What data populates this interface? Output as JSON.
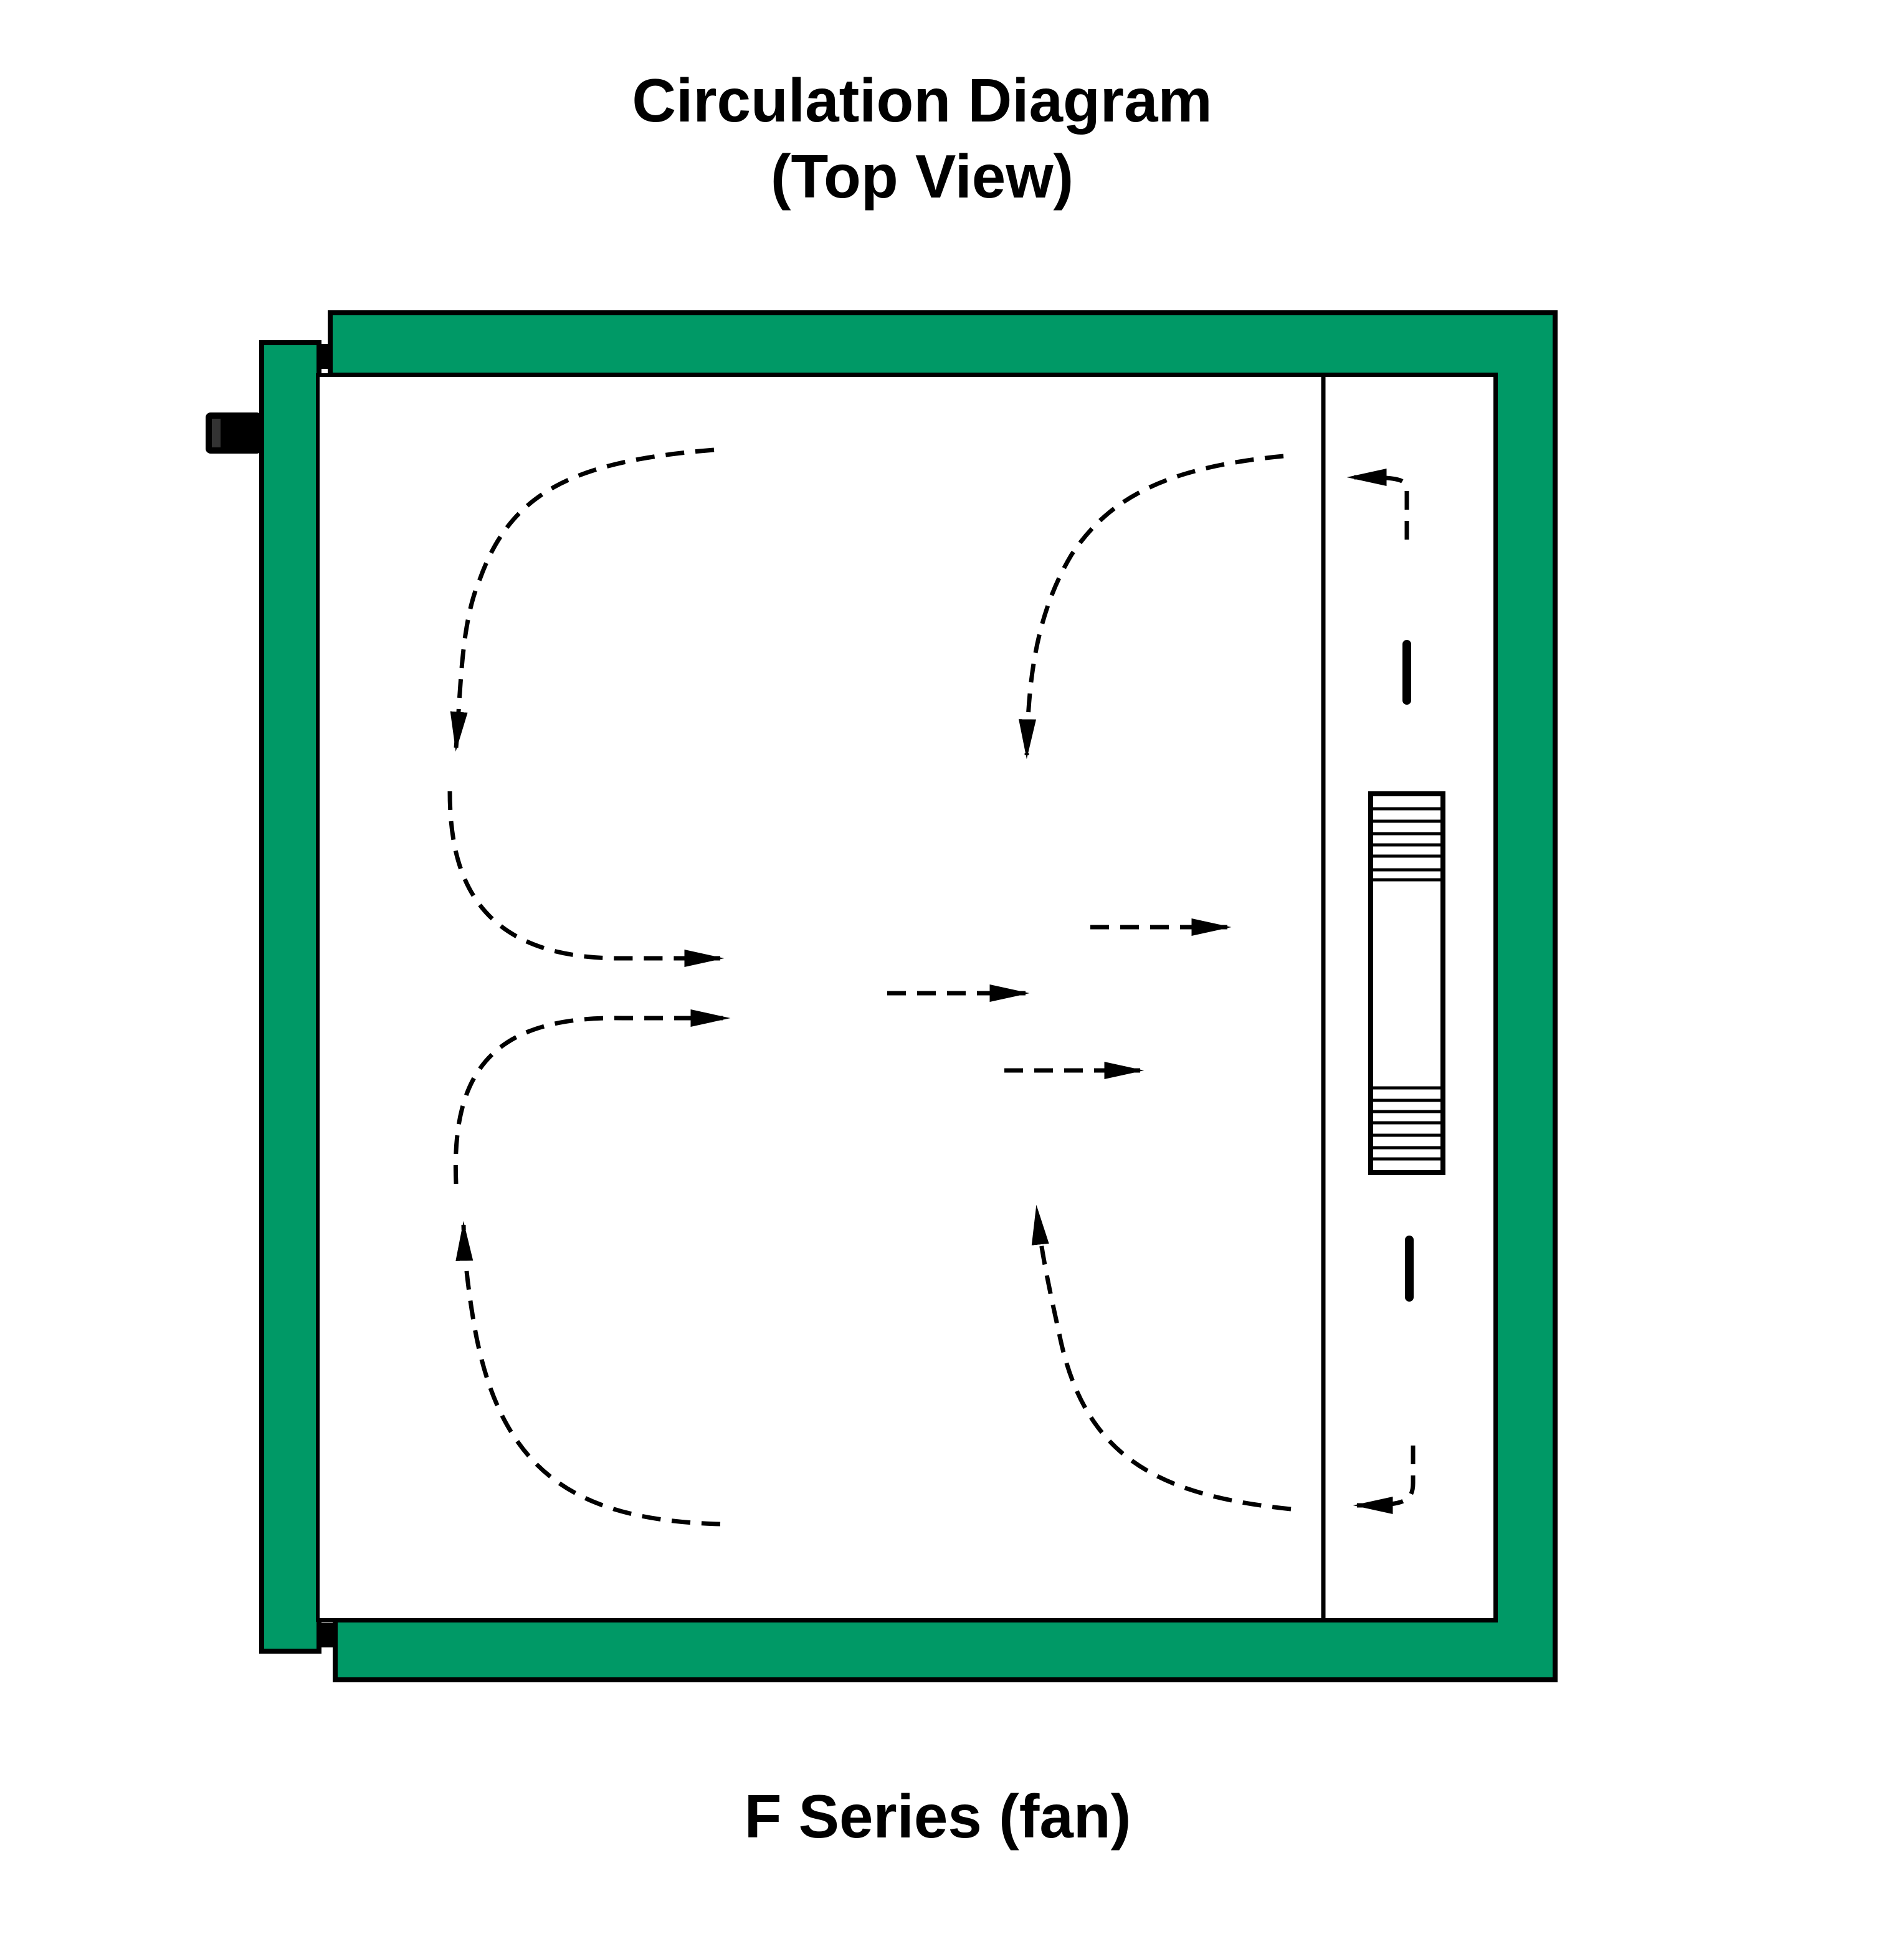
{
  "title": {
    "line1": "Circulation Diagram",
    "line2": "(Top View)"
  },
  "caption": "F Series (fan)",
  "colors": {
    "cabinet_wall": "#009966",
    "outline": "#000000",
    "background": "#ffffff"
  },
  "icons": {
    "fan": "fan-icon",
    "handle": "door-handle-icon"
  }
}
